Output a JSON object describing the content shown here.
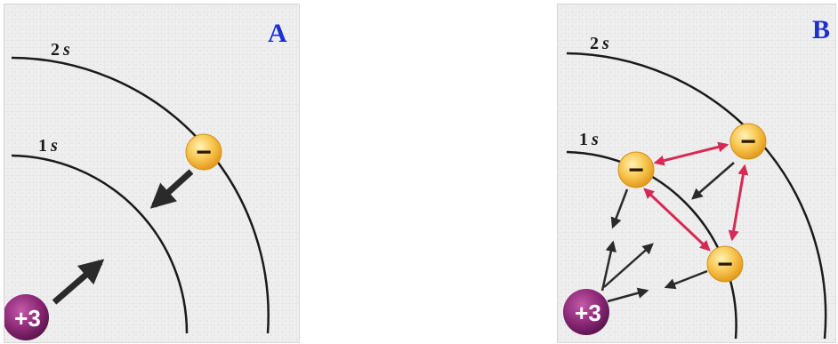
{
  "panels": [
    {
      "label": "A",
      "shells": [
        {
          "num": "1",
          "letter": "s"
        },
        {
          "num": "2",
          "letter": "s"
        }
      ],
      "nucleus_charge": "+3",
      "electron_sign": "−"
    },
    {
      "label": "B",
      "shells": [
        {
          "num": "1",
          "letter": "s"
        },
        {
          "num": "2",
          "letter": "s"
        }
      ],
      "nucleus_charge": "+3",
      "electron_sign": "−"
    }
  ],
  "colors": {
    "background_grid": "#ededed",
    "panel_label": "#1e2fd0",
    "nucleus": "#8e2a78",
    "electron": "#f5b93c",
    "attraction_arrow": "#333333",
    "repulsion_arrow": "#d62a55",
    "shell_line": "#1a1a1a"
  }
}
